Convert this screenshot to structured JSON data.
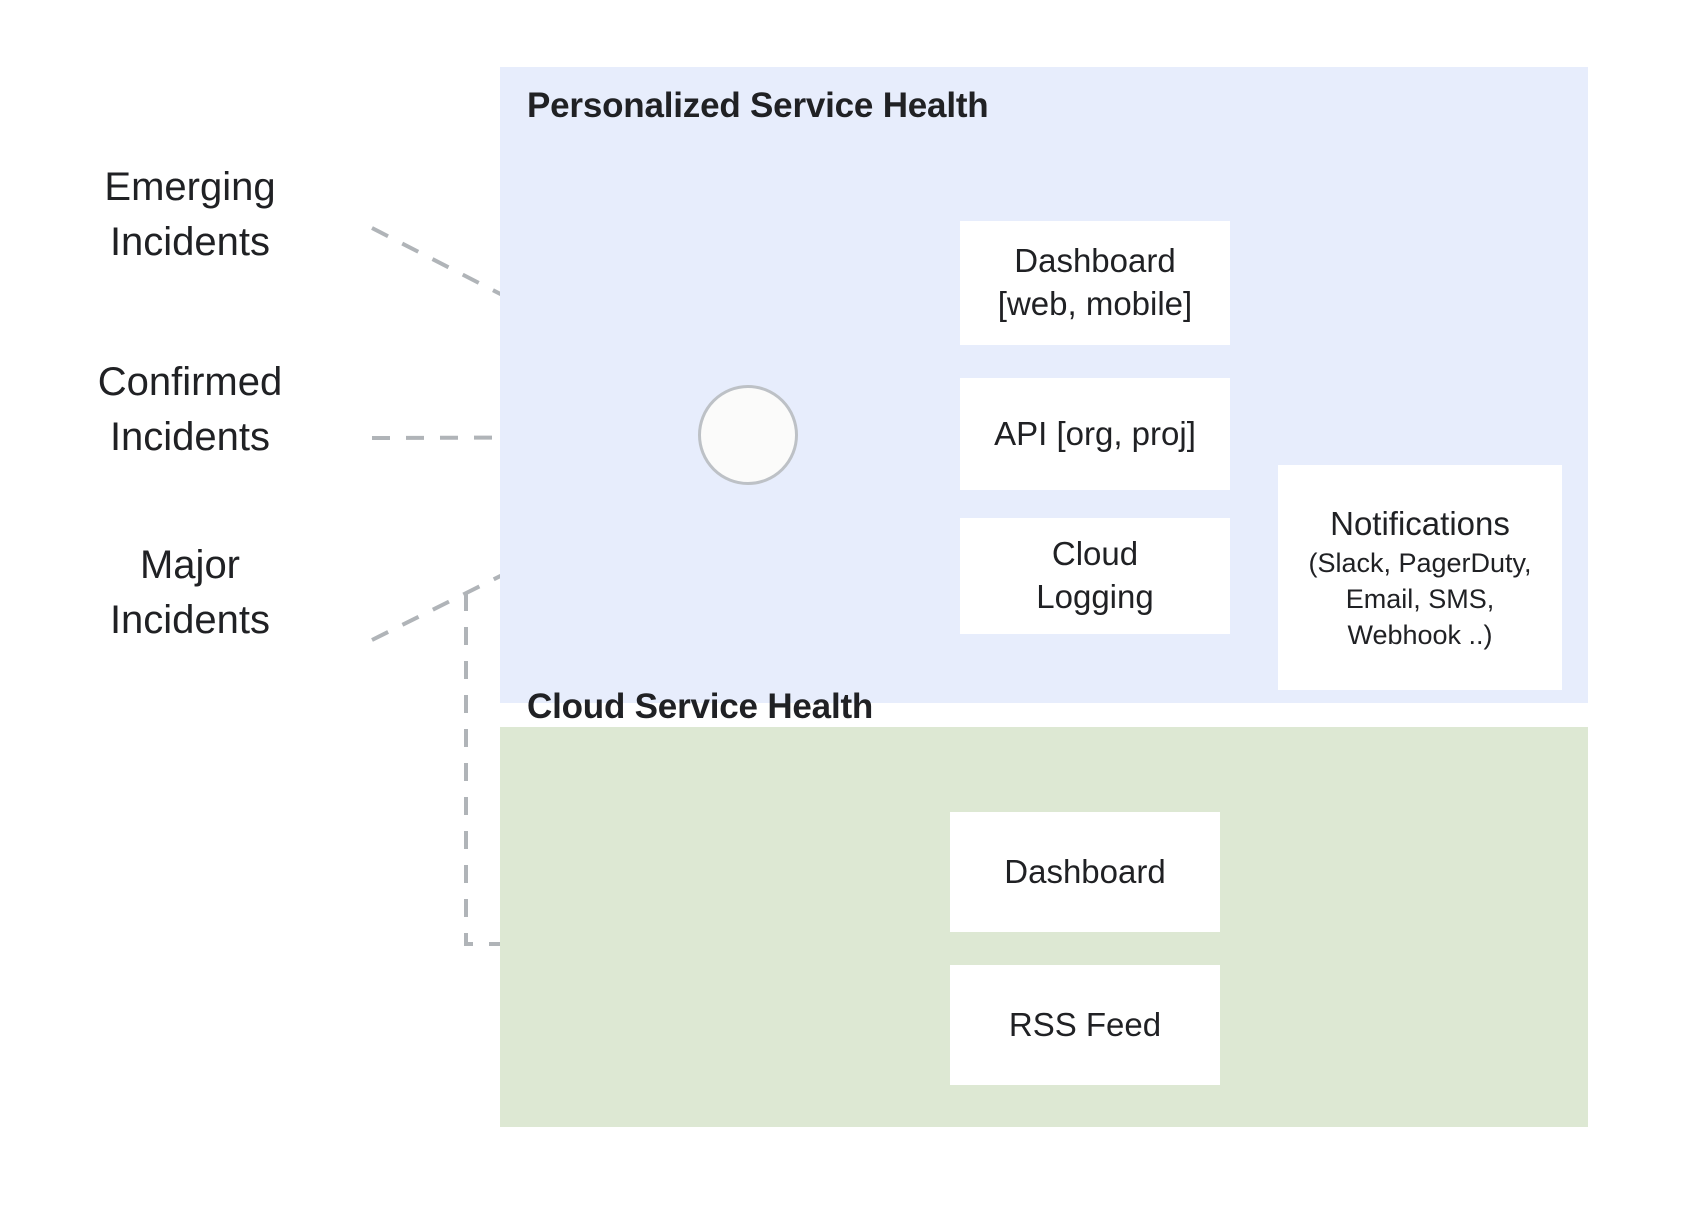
{
  "diagram": {
    "title_note": "Google Cloud Personalized Service Health architecture",
    "colors": {
      "personalized_panel": "#e7edfc",
      "cloud_panel": "#dde8d3",
      "box_fill": "#ffffff",
      "text": "#202124",
      "solid_edge": "#5f6368",
      "dashed_edge": "#b0b4b8",
      "hub_stroke": "#bdc1c6"
    }
  },
  "sources": [
    {
      "id": "emerging",
      "line1": "Emerging",
      "line2": "Incidents"
    },
    {
      "id": "confirmed",
      "line1": "Confirmed",
      "line2": "Incidents"
    },
    {
      "id": "major",
      "line1": "Major",
      "line2": "Incidents"
    }
  ],
  "personalized": {
    "title": "Personalized Service Health",
    "hub": {
      "label": ""
    },
    "outputs": [
      {
        "id": "dashboard-web",
        "line1": "Dashboard",
        "line2": "[web, mobile]"
      },
      {
        "id": "api",
        "line1": "API [org, proj]",
        "line2": ""
      },
      {
        "id": "cloud-logging",
        "line1": "Cloud",
        "line2": "Logging"
      }
    ],
    "notifications": {
      "title": "Notifications",
      "detail_line1": "(Slack, PagerDuty,",
      "detail_line2": "Email, SMS,",
      "detail_line3": "Webhook ..)"
    }
  },
  "cloud_service_health": {
    "title": "Cloud Service Health",
    "outputs": [
      {
        "id": "dashboard",
        "label": "Dashboard"
      },
      {
        "id": "rss",
        "label": "RSS Feed"
      }
    ]
  }
}
